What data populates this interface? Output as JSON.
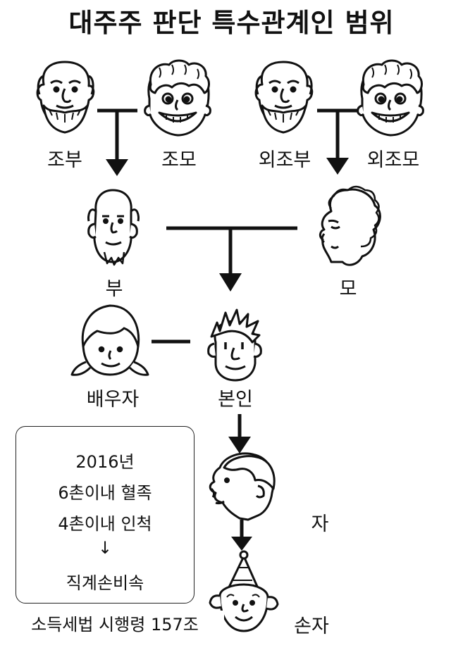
{
  "title": "대주주 판단 특수관계인 범위",
  "people": {
    "grandfather": "조부",
    "grandmother": "조모",
    "maternal_grandfather": "외조부",
    "maternal_grandmother": "외조모",
    "father": "부",
    "mother": "모",
    "spouse": "배우자",
    "self": "본인",
    "child": "자",
    "grandchild": "손자"
  },
  "note": {
    "lines": [
      "2016년",
      "6촌이내 혈족",
      "4촌이내 인척",
      "↓",
      "직계손비속"
    ],
    "caption": "소득세법 시행령 157조"
  }
}
